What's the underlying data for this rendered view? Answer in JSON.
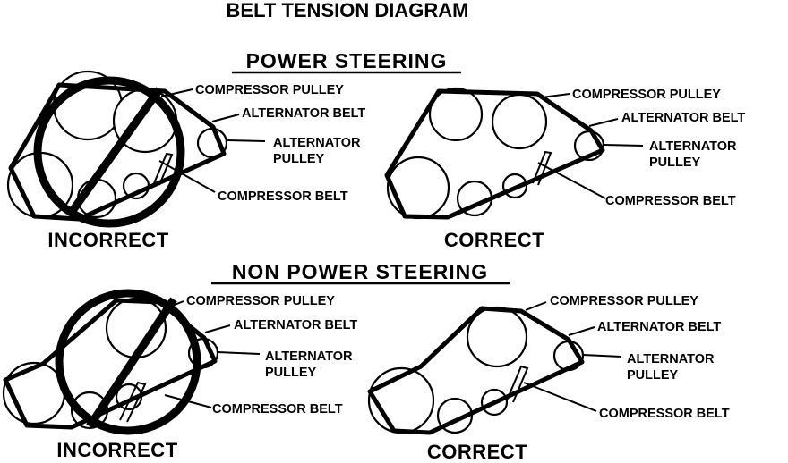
{
  "title": "BELT TENSION DIAGRAM",
  "sections": {
    "power_steering": "POWER STEERING",
    "non_power_steering": "NON POWER STEERING"
  },
  "verdicts": {
    "incorrect": "INCORRECT",
    "correct": "CORRECT"
  },
  "labels": {
    "compressor_pulley": "COMPRESSOR PULLEY",
    "alternator_belt": "ALTERNATOR BELT",
    "alternator_pulley_line1": "ALTERNATOR",
    "alternator_pulley_line2": "PULLEY",
    "compressor_belt": "COMPRESSOR BELT"
  }
}
